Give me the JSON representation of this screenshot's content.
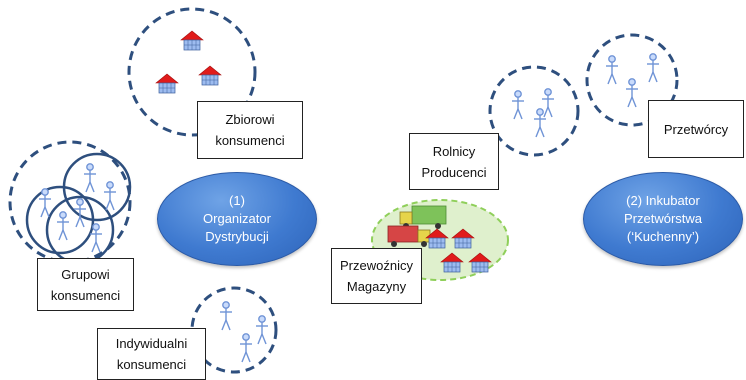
{
  "hubs": {
    "distribution": {
      "line1": "(1)",
      "line2": "Organizator",
      "line3": "Dystrybucji"
    },
    "incubator": {
      "line1": "(2) Inkubator",
      "line2": "Przetwórstwa",
      "line3": "(‘Kuchenny’)"
    }
  },
  "labels": {
    "collective": {
      "line1": "Zbiorowi",
      "line2": "konsumenci"
    },
    "group": {
      "line1": "Grupowi",
      "line2": "konsumenci"
    },
    "individual": {
      "line1": "Indywidualni",
      "line2": "konsumenci"
    },
    "farmers": {
      "line1": "Rolnicy",
      "line2": "Producenci"
    },
    "carriers": {
      "line1": "Przewoźnicy",
      "line2": "Magazyny"
    },
    "processors": {
      "line1": "Przetwórcy"
    }
  },
  "colors": {
    "hub_fill": "#3f7ad0",
    "dashed_circle": "#2e4f7e",
    "carrier_ellipse": "#8fcf5a",
    "house_roof": "#e01b1b",
    "house_wall": "#9dbcf0",
    "person": "#8fb0e8"
  }
}
